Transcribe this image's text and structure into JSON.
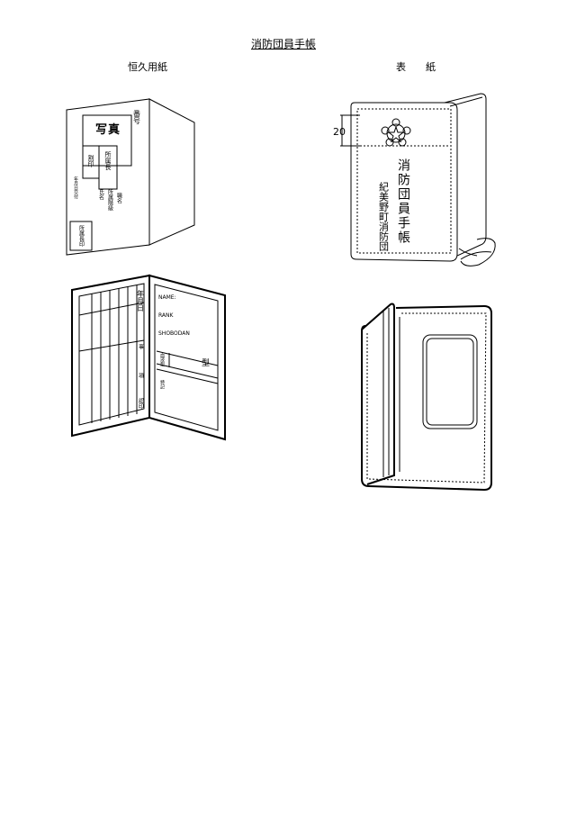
{
  "doc": {
    "title": "消防団員手帳",
    "left_label": "恒久用紙",
    "right_label": "表　　紙"
  },
  "fig1": {
    "photo_l1": "写",
    "photo_l2": "真",
    "number_label": "番号",
    "stamp_text": "割印",
    "affil_text": "所属長",
    "title_text": "所属階級",
    "name_text": "氏名",
    "position_text": "職名",
    "date_text": "年月日交付",
    "seal_text": "所属長印"
  },
  "fig2": {
    "col_header": "年月日",
    "col_event": "事",
    "col_item": "項",
    "col_seal": "認印",
    "name_label": "NAME:",
    "rank_label": "RANK",
    "shobodan_label": "SHOBODAN",
    "blood_label": "血液型",
    "blood_suffix": "型",
    "misc_label": "特記"
  },
  "fig3": {
    "dim_label": "20",
    "title_vertical": "消防団員手帳",
    "org_vertical": "紀美野町消防団"
  }
}
